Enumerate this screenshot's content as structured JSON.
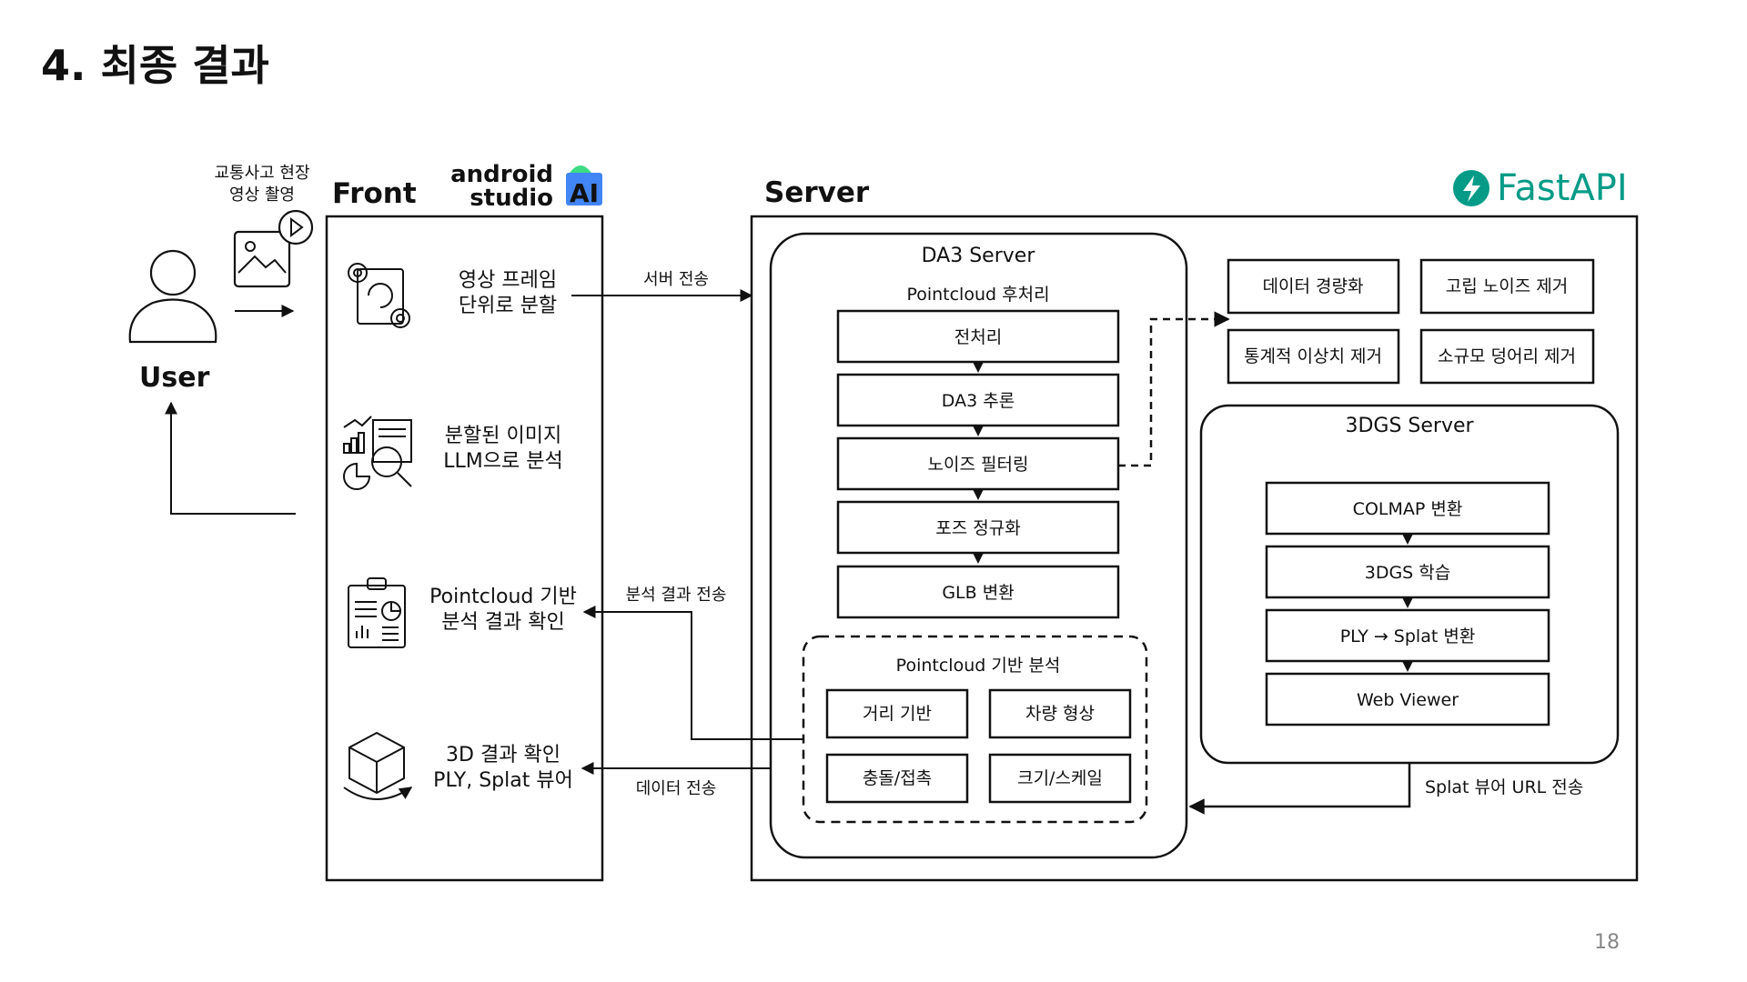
{
  "title": "4. 최종 결과",
  "page_number": "18",
  "user": {
    "label": "User",
    "capture_label_1": "교통사고 현장",
    "capture_label_2": "영상 촬영"
  },
  "front": {
    "label": "Front",
    "tool_logo_1": "android",
    "tool_logo_2": "studio",
    "tool_logo_3": "AI",
    "items": [
      {
        "line1": "영상 프레임",
        "line2": "단위로 분할"
      },
      {
        "line1": "분할된 이미지",
        "line2": "LLM으로 분석"
      },
      {
        "line1": "Pointcloud 기반",
        "line2": "분석 결과 확인"
      },
      {
        "line1": "3D 결과 확인",
        "line2": "PLY, Splat 뷰어"
      }
    ]
  },
  "arrows": {
    "to_server": "서버 전송",
    "analysis_result": "분석 결과 전송",
    "data_transfer": "데이터 전송",
    "splat_url": "Splat 뷰어 URL 전송"
  },
  "server": {
    "label": "Server",
    "framework": "FastAPI",
    "da3": {
      "title": "DA3 Server",
      "subtitle": "Pointcloud 후처리",
      "steps": [
        "전처리",
        "DA3 추론",
        "노이즈 필터링",
        "포즈 정규화",
        "GLB 변환"
      ],
      "analysis": {
        "title": "Pointcloud 기반 분석",
        "items": [
          "거리 기반",
          "차량 형상",
          "충돌/접촉",
          "크기/스케일"
        ]
      }
    },
    "filters": [
      "데이터 경량화",
      "고립 노이즈 제거",
      "통계적 이상치 제거",
      "소규모 덩어리 제거"
    ],
    "gs3d": {
      "title": "3DGS Server",
      "steps": [
        "COLMAP 변환",
        "3DGS 학습",
        "PLY → Splat 변환",
        "Web Viewer"
      ]
    }
  },
  "colors": {
    "fastapi": "#059b87",
    "android_green": "#3ddc84",
    "android_blue": "#4285f4",
    "stroke": "#111111"
  }
}
